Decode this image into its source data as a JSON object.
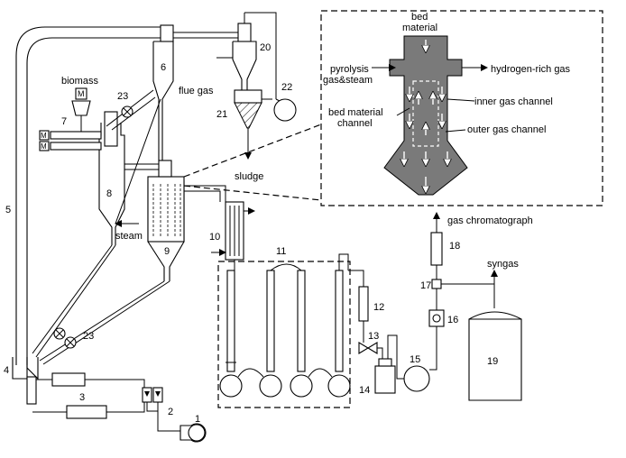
{
  "labels": {
    "biomass": "biomass",
    "flue_gas": "flue gas",
    "sludge": "sludge",
    "steam": "steam",
    "gas_chromatograph": "gas chromatograph",
    "syngas": "syngas"
  },
  "units": {
    "u1": "1",
    "u2": "2",
    "u3": "3",
    "u4": "4",
    "u5": "5",
    "u6": "6",
    "u7": "7",
    "u8": "8",
    "u9": "9",
    "u10": "10",
    "u11": "11",
    "u12": "12",
    "u13": "13",
    "u14": "14",
    "u15": "15",
    "u16": "16",
    "u17": "17",
    "u18": "18",
    "u19": "19",
    "u20": "20",
    "u21": "21",
    "u22": "22",
    "u23a": "23",
    "u23b": "23"
  },
  "motor_label": "M",
  "inset": {
    "bed_material_line1": "bed",
    "bed_material_line2": "material",
    "pyrolysis_line1": "pyrolysis",
    "pyrolysis_line2": "gas&steam",
    "hydrogen_rich_gas": "hydrogen-rich gas",
    "inner_gas_channel": "inner gas channel",
    "outer_gas_channel": "outer gas channel",
    "bed_material_channel_line1": "bed material",
    "bed_material_channel_line2": "channel"
  }
}
